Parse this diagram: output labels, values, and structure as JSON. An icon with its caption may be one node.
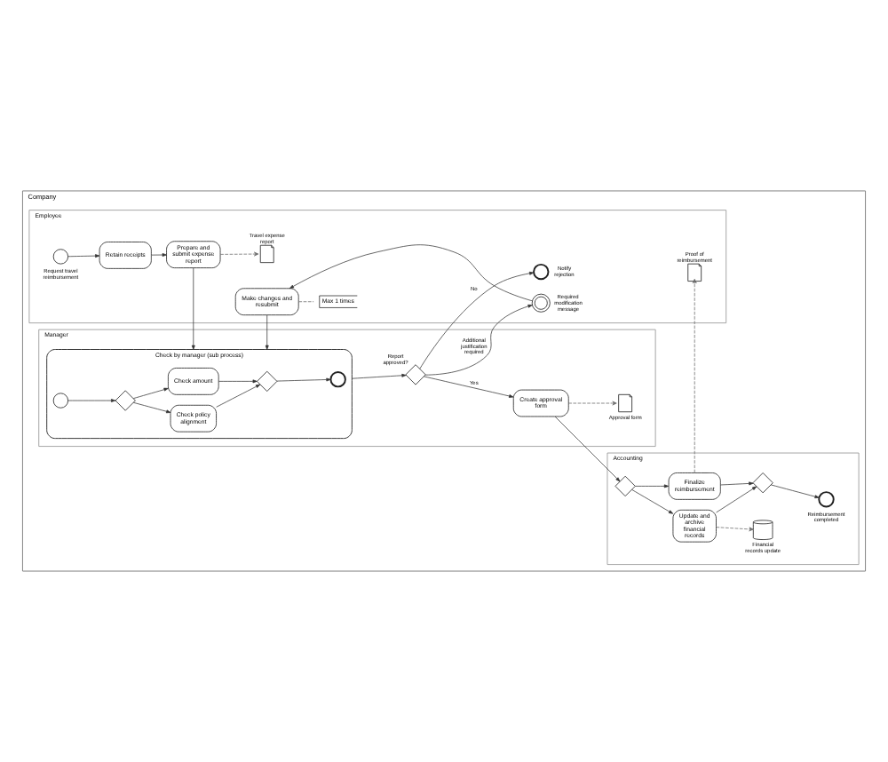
{
  "diagram": {
    "nodes": [
      {
        "text": [
          "Company"
        ]
      },
      {
        "text": [
          "Employee"
        ],
        "in": 0
      },
      {
        "text": [],
        "shape": "circle",
        "beside": [
          "Request travel reimbursement"
        ],
        "in": 1
      },
      {
        "text": [
          "Retain receipts"
        ],
        "in": 1
      },
      {
        "text": [
          "Prepare and submit expense report"
        ],
        "in": 1
      },
      {
        "text": [],
        "shape": "document",
        "beside": [
          "Travel expense report"
        ],
        "in": 1
      },
      {
        "text": [
          "Make changes and resubmit"
        ],
        "in": 1
      },
      {
        "text": [
          "Max 1 times"
        ],
        "in": 1
      },
      {
        "text": [],
        "shape": "circle",
        "beside": [
          "Required modification message"
        ],
        "in": 1
      },
      {
        "text": [],
        "shape": "circle",
        "beside": [
          "Notify rejection"
        ],
        "in": 1
      },
      {
        "text": [],
        "shape": "document",
        "beside": [
          "Proof of reimbursement"
        ],
        "in": 1
      },
      {
        "text": [
          "Manager"
        ],
        "in": 0
      },
      {
        "text": [
          "Check by manager (sub process)"
        ],
        "in": 11
      },
      {
        "text": [],
        "shape": "circle",
        "in": 12
      },
      {
        "text": [],
        "shape": "diamond",
        "in": 12
      },
      {
        "text": [
          "Check amount"
        ],
        "in": 12
      },
      {
        "text": [
          "Check policy alignment"
        ],
        "in": 12
      },
      {
        "text": [],
        "shape": "diamond",
        "in": 12
      },
      {
        "text": [],
        "shape": "circle",
        "in": 12
      },
      {
        "text": [],
        "shape": "diamond",
        "beside": [
          "Report approved?"
        ],
        "in": 11
      },
      {
        "text": [
          "Create approval form"
        ],
        "in": 11
      },
      {
        "text": [],
        "shape": "document",
        "beside": [
          "Approval form"
        ],
        "in": 11
      },
      {
        "text": [
          "Accounting"
        ],
        "in": 0
      },
      {
        "text": [],
        "shape": "diamond",
        "in": 22
      },
      {
        "text": [
          "Finalize reimbursement"
        ],
        "in": 22
      },
      {
        "text": [
          "Update and archive financial records"
        ],
        "in": 22
      },
      {
        "text": [],
        "shape": "diamond",
        "in": 22
      },
      {
        "text": [],
        "shape": "circle",
        "beside": [
          "Reimbursement completed"
        ],
        "in": 22
      },
      {
        "text": [],
        "shape": "cylinder",
        "beside": [
          "Financial records update"
        ],
        "in": 22
      }
    ],
    "edges": [
      {
        "from": 2,
        "to": 3,
        "arrow": "to"
      },
      {
        "from": 3,
        "to": 4,
        "arrow": "to"
      },
      {
        "from": 4,
        "to": 5,
        "arrow": "to",
        "style": "dashed"
      },
      {
        "from": 4,
        "to": 12,
        "arrow": "to"
      },
      {
        "from": 6,
        "to": 7,
        "arrow": "none",
        "style": "dashed"
      },
      {
        "from": 6,
        "to": 12,
        "arrow": "to"
      },
      {
        "from": 8,
        "to": 6,
        "arrow": "to"
      },
      {
        "from": 19,
        "to": 8,
        "arrow": "to",
        "label": "Additional justification required"
      },
      {
        "from": 19,
        "to": 9,
        "arrow": "to",
        "label": "No"
      },
      {
        "from": 12,
        "to": 19,
        "arrow": "to"
      },
      {
        "from": 13,
        "to": 14,
        "arrow": "to"
      },
      {
        "from": 14,
        "to": 15,
        "arrow": "to"
      },
      {
        "from": 14,
        "to": 16,
        "arrow": "to"
      },
      {
        "from": 15,
        "to": 17,
        "arrow": "to"
      },
      {
        "from": 16,
        "to": 17,
        "arrow": "to"
      },
      {
        "from": 17,
        "to": 18,
        "arrow": "to"
      },
      {
        "from": 19,
        "to": 20,
        "arrow": "to",
        "label": "Yes"
      },
      {
        "from": 20,
        "to": 21,
        "arrow": "to",
        "style": "dashed"
      },
      {
        "from": 20,
        "to": 23,
        "arrow": "to"
      },
      {
        "from": 23,
        "to": 24,
        "arrow": "to"
      },
      {
        "from": 23,
        "to": 25,
        "arrow": "to"
      },
      {
        "from": 24,
        "to": 26,
        "arrow": "to"
      },
      {
        "from": 25,
        "to": 26,
        "arrow": "to"
      },
      {
        "from": 26,
        "to": 27,
        "arrow": "to"
      },
      {
        "from": 24,
        "to": 10,
        "arrow": "to",
        "style": "dashed"
      },
      {
        "from": 25,
        "to": 28,
        "arrow": "to",
        "style": "dashed"
      }
    ]
  }
}
